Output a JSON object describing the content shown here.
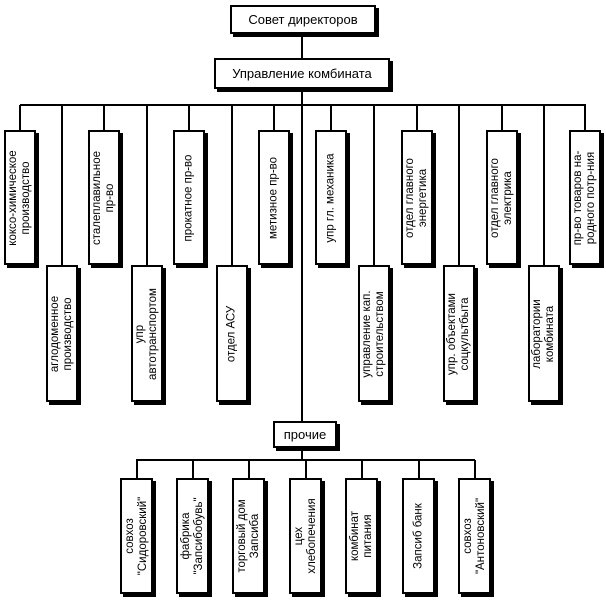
{
  "top": {
    "board": "Совет директоров",
    "management": "Управление комбината"
  },
  "departments": [
    [
      "коксо-химическое",
      "производство"
    ],
    [
      "аглодоменное",
      "производство"
    ],
    [
      "сталеплавильное",
      "пр-во"
    ],
    [
      "упр",
      "автотранспортом"
    ],
    [
      "прокатное пр-во"
    ],
    [
      "отдел АСУ"
    ],
    [
      "метизное пр-во"
    ],
    [
      "упр гл. механика"
    ],
    [
      "управление кап.",
      "строительством"
    ],
    [
      "отдел главного",
      "энергетика"
    ],
    [
      "упр. объектами",
      "соцкультбыта"
    ],
    [
      "отдел главного",
      "электрика"
    ],
    [
      "лаборатории",
      "комбината"
    ],
    [
      "пр-во товаров на-",
      "родного потр-ния"
    ]
  ],
  "other": {
    "label": "прочие",
    "items": [
      [
        "совхоз",
        "\"Сидоровский\""
      ],
      [
        "фабрика",
        "\"Запсибобувь\""
      ],
      [
        "торговый дом",
        "Запсиба"
      ],
      [
        "цех",
        "хлебопечения"
      ],
      [
        "комбинат",
        "питания"
      ],
      [
        "Запсиб банк"
      ],
      [
        "совхоз",
        "\"Антоновский\""
      ]
    ]
  }
}
